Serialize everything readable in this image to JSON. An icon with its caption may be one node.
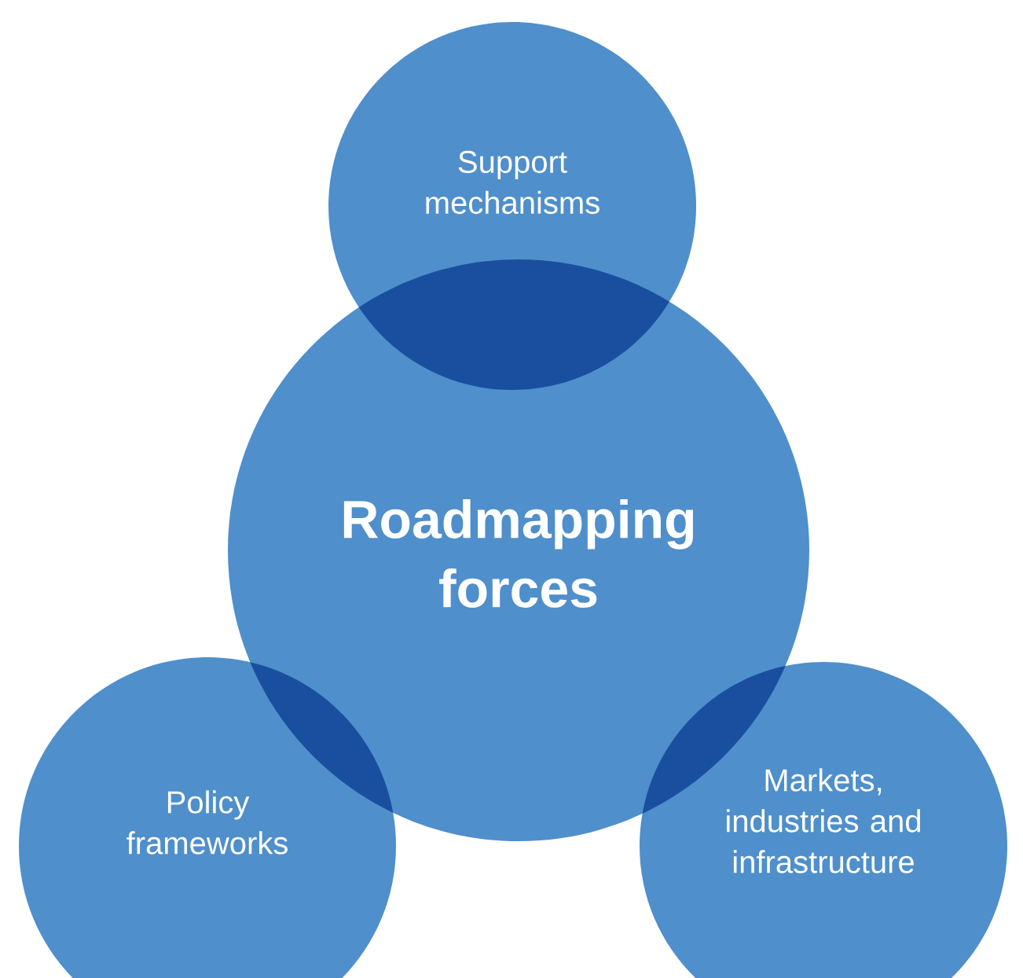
{
  "diagram": {
    "nodes": [
      {
        "text": [
          "Support mechanisms"
        ]
      },
      {
        "text": [
          "Roadmapping forces"
        ]
      },
      {
        "text": [
          "Policy frameworks"
        ]
      },
      {
        "text": [
          "Markets, industries and infrastructure"
        ]
      }
    ]
  }
}
